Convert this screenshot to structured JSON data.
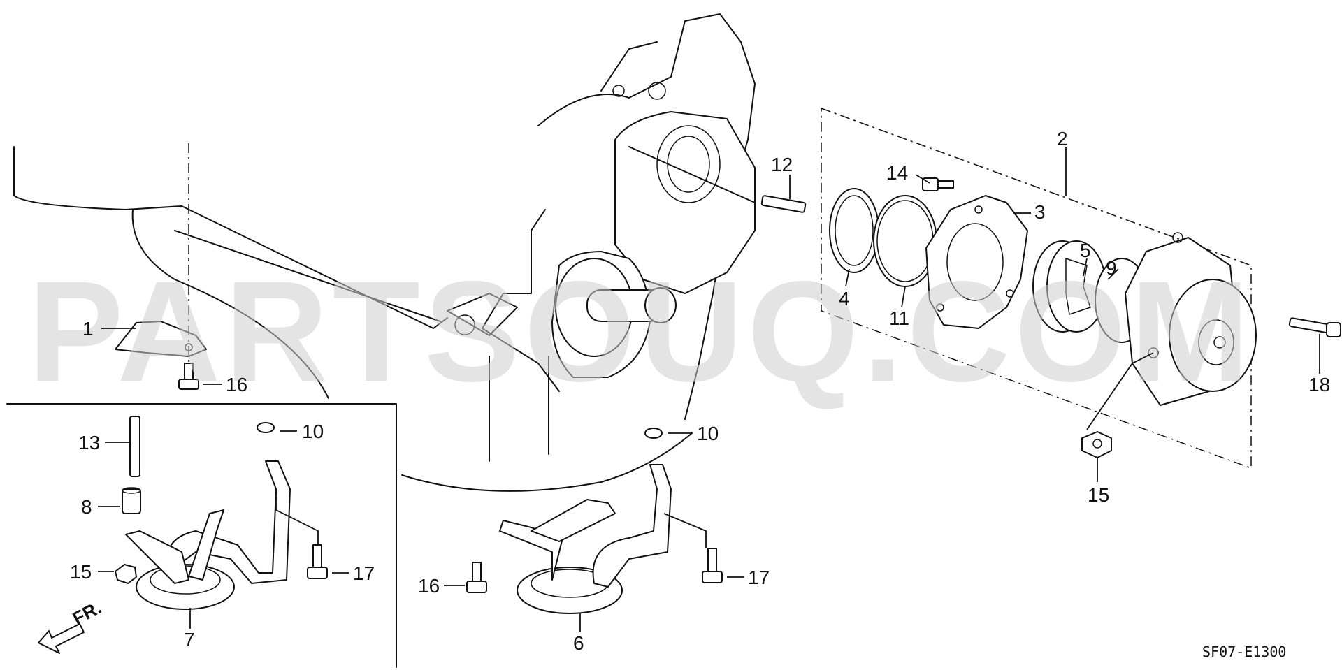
{
  "watermark": "PARTSOUQ.COM",
  "diagram_code": "SF07-E1300",
  "front_marker": "FR.",
  "callouts": {
    "c1": "1",
    "c2": "2",
    "c3": "3",
    "c4": "4",
    "c5": "5",
    "c6": "6",
    "c7": "7",
    "c8": "8",
    "c9": "9",
    "c10a": "10",
    "c10b": "10",
    "c11": "11",
    "c12": "12",
    "c13": "13",
    "c14": "14",
    "c15a": "15",
    "c15b": "15",
    "c16a": "16",
    "c16b": "16",
    "c17a": "17",
    "c17b": "17",
    "c18": "18"
  }
}
